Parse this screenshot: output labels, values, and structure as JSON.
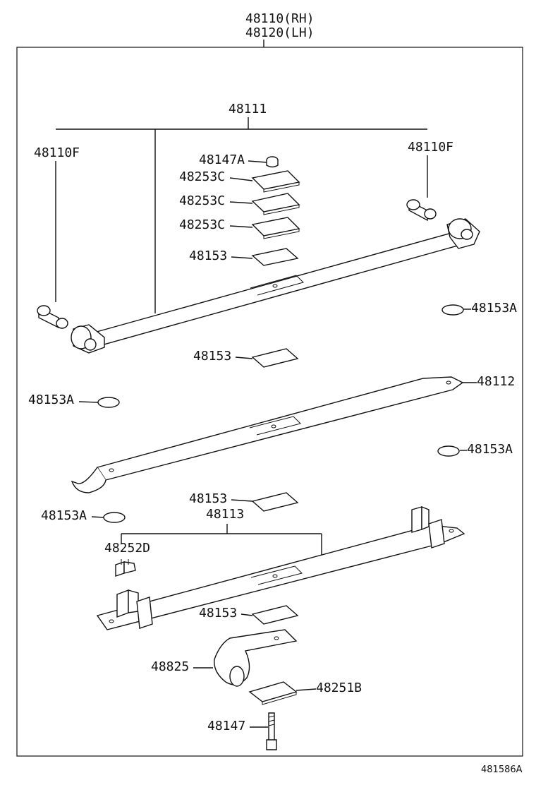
{
  "header": {
    "assembly_rh": "48110(RH)",
    "assembly_lh": "48120(LH)"
  },
  "labels": {
    "p48111": "48111",
    "p48110f_left": "48110F",
    "p48110f_right": "48110F",
    "p48147a": "48147A",
    "p48253c_1": "48253C",
    "p48253c_2": "48253C",
    "p48253c_3": "48253C",
    "p48153_1": "48153",
    "p48153a_1": "48153A",
    "p48153_2": "48153",
    "p48112": "48112",
    "p48153a_2": "48153A",
    "p48153a_3": "48153A",
    "p48153_3": "48153",
    "p48113": "48113",
    "p48153a_4": "48153A",
    "p48252d": "48252D",
    "p48153_4": "48153",
    "p48825": "48825",
    "p48251b": "48251B",
    "p48147": "48147"
  },
  "footer": {
    "diagram_id": "481586A"
  }
}
